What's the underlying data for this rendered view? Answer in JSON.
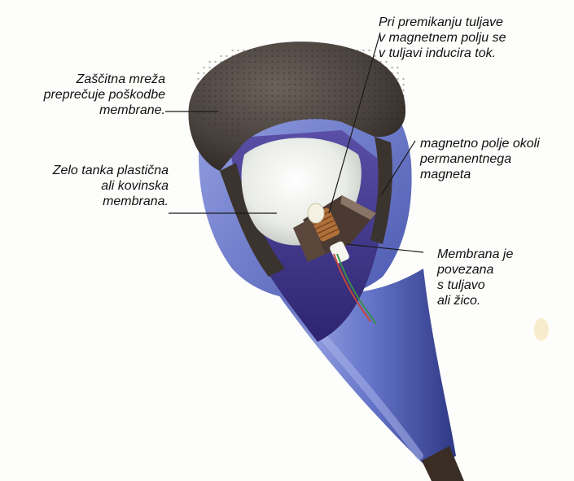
{
  "labels": {
    "coil_induction": {
      "lines": [
        "Pri premikanju tuljave",
        "v magnetnem polju se",
        "v tuljavi inducira tok."
      ]
    },
    "protective_mesh": {
      "lines": [
        "Zaščitna mreža",
        "preprečuje poškodbe",
        "membrane."
      ]
    },
    "magnetic_field": {
      "lines": [
        "magnetno polje okoli",
        "permanentnega",
        "magneta"
      ]
    },
    "thin_membrane": {
      "lines": [
        "Zelo tanka plastična",
        "ali kovinska",
        "membrana."
      ]
    },
    "membrane_connected": {
      "lines": [
        "Membrana je",
        "povezana",
        "s tuljavo",
        "ali žico."
      ]
    }
  },
  "colors": {
    "body_blue": "#5f6fc0",
    "body_dark": "#2f3a86",
    "mesh": "#4a423d",
    "membrane": "#e9ebe6",
    "magnet": "#4a3a32",
    "leader_line": "#1a1a1a"
  }
}
